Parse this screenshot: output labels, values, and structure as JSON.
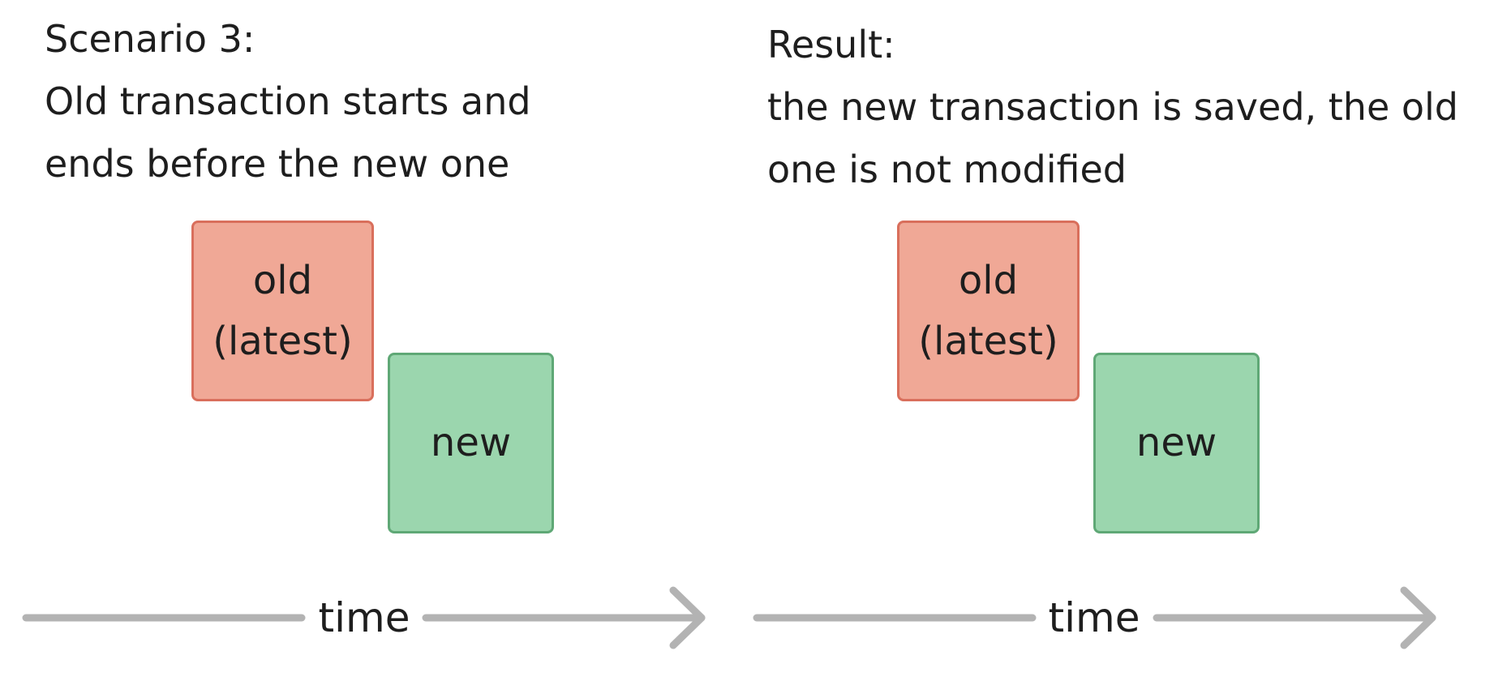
{
  "colors": {
    "old_fill": "#f0a896",
    "old_stroke": "#d96f5c",
    "new_fill": "#9bd6ae",
    "new_stroke": "#5fa876",
    "timeline": "#b3b3b3",
    "text": "#1e1e1e"
  },
  "left_panel": {
    "heading_line1": "Scenario 3:",
    "heading_line2": "Old transaction starts and",
    "heading_line3": "ends before the  new one",
    "old_box_line1": "old",
    "old_box_line2": "(latest)",
    "new_box_label": "new",
    "timeline_label": "time"
  },
  "right_panel": {
    "heading_line1": "Result:",
    "heading_line2": "the new transaction is saved, the old",
    "heading_line3": "one is not modified",
    "old_box_line1": "old",
    "old_box_line2": "(latest)",
    "new_box_label": "new",
    "timeline_label": "time"
  }
}
